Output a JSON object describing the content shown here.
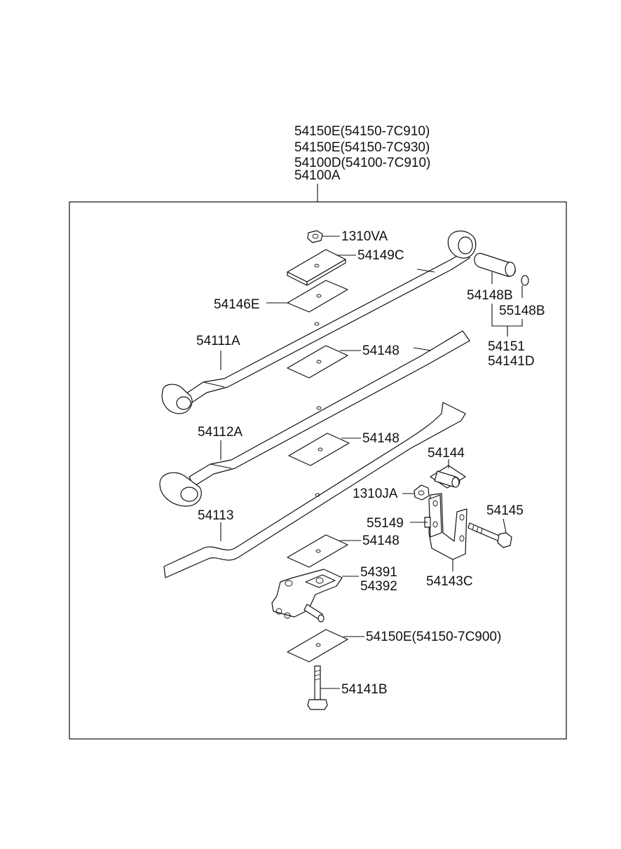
{
  "header_labels": [
    "54150E(54150-7C910)",
    "54150E(54150-7C930)",
    "54100D(54100-7C910)",
    "54100A"
  ],
  "parts": {
    "nut_top": "1310VA",
    "pad_upper": "54149C",
    "plate_upper": "54146E",
    "leaf_main": "54111A",
    "bushing": "54148B",
    "ring": "55148B",
    "bush_assy_1": "54151",
    "bush_assy_2": "54141D",
    "pad_leaf_1": "54148",
    "leaf_second": "54112A",
    "pad_leaf_2": "54148",
    "shackle_pin": "54144",
    "nut_shackle": "1310JA",
    "shackle_bolt": "54145",
    "shackle_plate": "55149",
    "leaf_third": "54113",
    "pad_lower": "54148",
    "shackle": "54143C",
    "seat_1": "54391",
    "seat_2": "54392",
    "pad_bottom": "54150E(54150-7C900)",
    "center_bolt": "54141B"
  }
}
